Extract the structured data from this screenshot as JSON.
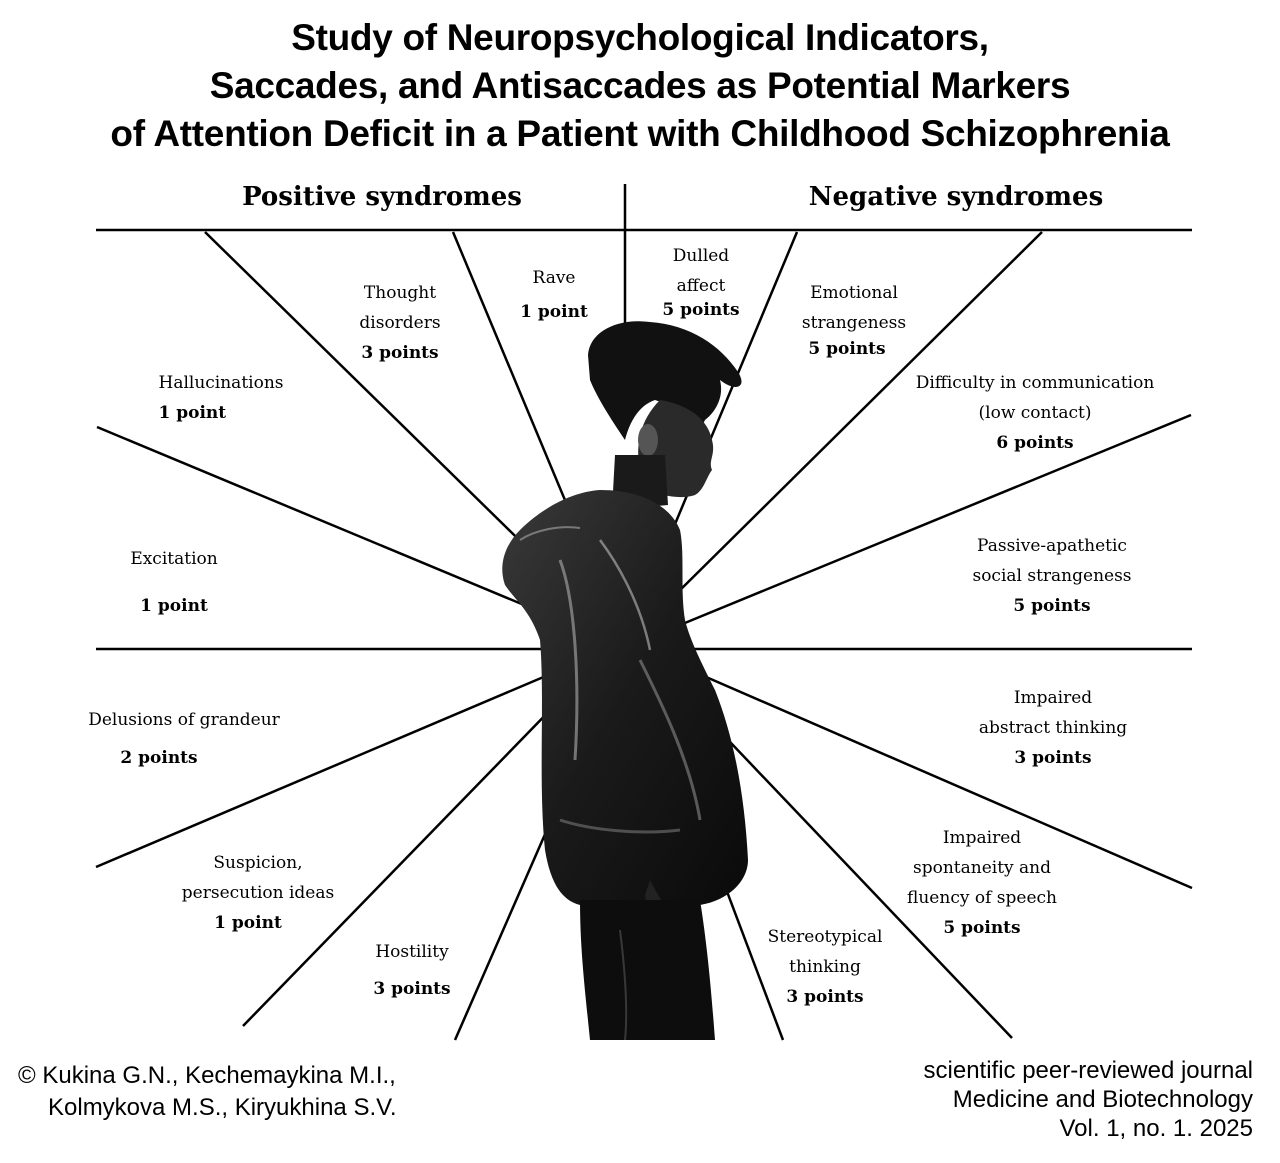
{
  "title_lines": [
    "Study of Neuropsychological Indicators,",
    "Saccades, and Antisaccades as Potential Markers",
    "of Attention Deficit in a Patient with Childhood Schizophrenia"
  ],
  "headings": {
    "positive": "Positive syndromes",
    "negative": "Negative syndromes"
  },
  "positive_syndromes": [
    {
      "name_lines": [
        "Rave"
      ],
      "points": "1 point"
    },
    {
      "name_lines": [
        "Thought",
        "disorders"
      ],
      "points": "3 points"
    },
    {
      "name_lines": [
        "Hallucinations"
      ],
      "points": "1 point"
    },
    {
      "name_lines": [
        "Excitation"
      ],
      "points": "1 point"
    },
    {
      "name_lines": [
        "Delusions of grandeur"
      ],
      "points": "2 points"
    },
    {
      "name_lines": [
        "Suspicion,",
        "persecution ideas"
      ],
      "points": "1 point"
    },
    {
      "name_lines": [
        "Hostility"
      ],
      "points": "3 points"
    }
  ],
  "negative_syndromes": [
    {
      "name_lines": [
        "Dulled",
        "affect"
      ],
      "points": "5 points"
    },
    {
      "name_lines": [
        "Emotional",
        "strangeness"
      ],
      "points": "5 points"
    },
    {
      "name_lines": [
        "Difficulty in communication",
        "(low contact)"
      ],
      "points": "6 points"
    },
    {
      "name_lines": [
        "Passive-apathetic",
        "social strangeness"
      ],
      "points": "5 points"
    },
    {
      "name_lines": [
        "Impaired",
        "abstract thinking"
      ],
      "points": "3 points"
    },
    {
      "name_lines": [
        "Impaired",
        "spontaneity and",
        "fluency of speech"
      ],
      "points": "5 points"
    },
    {
      "name_lines": [
        "Stereotypical",
        "thinking"
      ],
      "points": "3 points"
    }
  ],
  "footer": {
    "authors_line1": "© Kukina G.N., Kechemaykina M.I.,",
    "authors_line2": "Kolmykova M.S., Kiryukhina S.V.",
    "journal_line1": "scientific peer-reviewed journal",
    "journal_line2": "Medicine and Biotechnology",
    "journal_line3": "Vol. 1, no. 1. 2025"
  },
  "colors": {
    "ink": "#000000",
    "background": "#ffffff"
  },
  "figure_icon": "silhouette-of-boy-in-hoodie"
}
